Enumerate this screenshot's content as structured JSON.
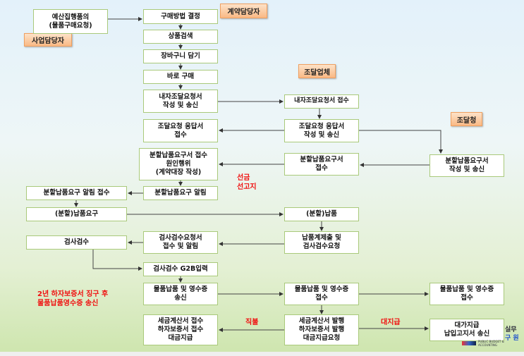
{
  "roles": {
    "business": "사업담당자",
    "contract": "계약담당자",
    "supplier": "조달업체",
    "pps": "조달청"
  },
  "boxes": {
    "budget": [
      "예산집행품의",
      "(물품구매요청)"
    ],
    "method": [
      "구매방법 결정"
    ],
    "search": [
      "상품검색"
    ],
    "cart": [
      "장바구니 담기"
    ],
    "buy": [
      "바로 구매"
    ],
    "request_send": [
      "내자조달요청서",
      "작성 및 송신"
    ],
    "request_recv": [
      "내자조달요청서 접수"
    ],
    "resp_send": [
      "조달요청 응답서",
      "작성 및 송신"
    ],
    "resp_recv": [
      "조달요청 응답서",
      "접수"
    ],
    "split_recv_contract": [
      "분할납품요구서 접수",
      "원인행위",
      "(계약대장 작성)"
    ],
    "split_recv_supplier": [
      "분할납품요구서",
      "접수"
    ],
    "split_send_pps": [
      "분할납품요구서",
      "작성 및 송신"
    ],
    "split_notice": [
      "분할납품요구 알림"
    ],
    "split_notice_recv": [
      "분할납품요구 알림 접수"
    ],
    "delivery_req": [
      "(분할)납품요구"
    ],
    "delivery": [
      "(분할)납품"
    ],
    "submit_inspect": [
      "납품계제출 및",
      "검사검수요청"
    ],
    "inspect_recv": [
      "검사검수요청서",
      "접수 및 알림"
    ],
    "inspect": [
      "검사검수"
    ],
    "g2b": [
      "검사검수 G2B입력"
    ],
    "receipt_send": [
      "물품납품 및 영수증",
      "송신"
    ],
    "receipt_recv_mid": [
      "물품납품 및 영수증",
      "접수"
    ],
    "receipt_recv_right": [
      "물품납품 및 영수증",
      "접수"
    ],
    "tax_recv": [
      "세금계산서 접수",
      "하자보증서 접수",
      "대금지급"
    ],
    "tax_issue": [
      "세금계산서 발행",
      "하자보증서 발행",
      "대금지급요청"
    ],
    "payment": [
      "대가지급",
      "납입고지서 송신"
    ]
  },
  "notes": {
    "advance": [
      "선금",
      "선고지"
    ],
    "warranty": [
      "2년 하자보증서 징구 후",
      "물품납품영수증 송신"
    ],
    "direct": "직불",
    "proxy": "대지급"
  },
  "footer": {
    "side_text": [
      "실무",
      "구 원"
    ],
    "logo_text": "PUBLIC BUDGET & ACCOUNTING"
  }
}
